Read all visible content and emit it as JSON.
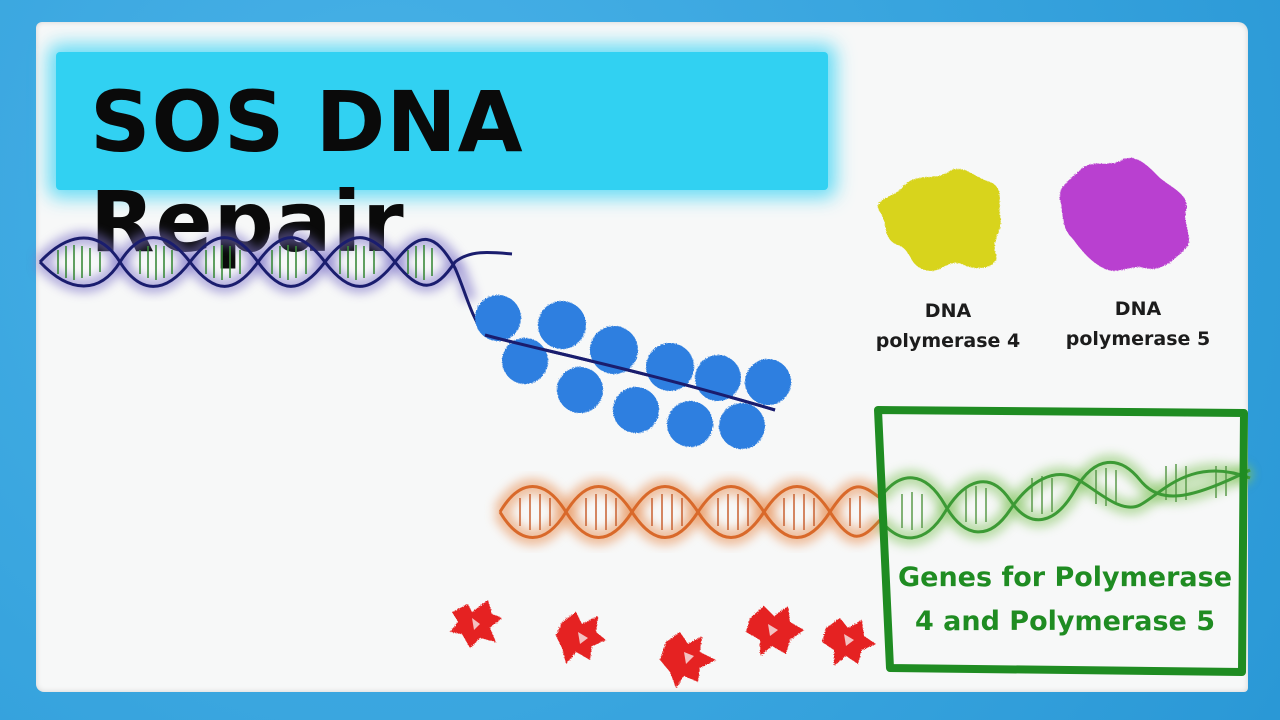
{
  "title": "SOS DNA Repair",
  "labels": {
    "pol4_line1": "DNA",
    "pol4_line2": "polymerase 4",
    "pol5_line1": "DNA",
    "pol5_line2": "polymerase 5",
    "genes_line1": "Genes for Polymerase",
    "genes_line2": "4 and Polymerase 5"
  },
  "colors": {
    "background_border": "#2e9fdc",
    "title_banner": "#31d1f2",
    "dna_top": "#1a1d6e",
    "dna_orange": "#d9692a",
    "dna_green": "#3c9a35",
    "ssb_protein": "#2f7fe0",
    "pol4": "#d8d41a",
    "pol5": "#b93fd0",
    "fragments": "#e52421",
    "genes_box": "#1f8c22"
  },
  "icons": {
    "pol4": "yellow-protein-blob",
    "pol5": "purple-protein-blob",
    "ssb": "blue-binding-protein",
    "fragment": "red-protein-fragment"
  }
}
